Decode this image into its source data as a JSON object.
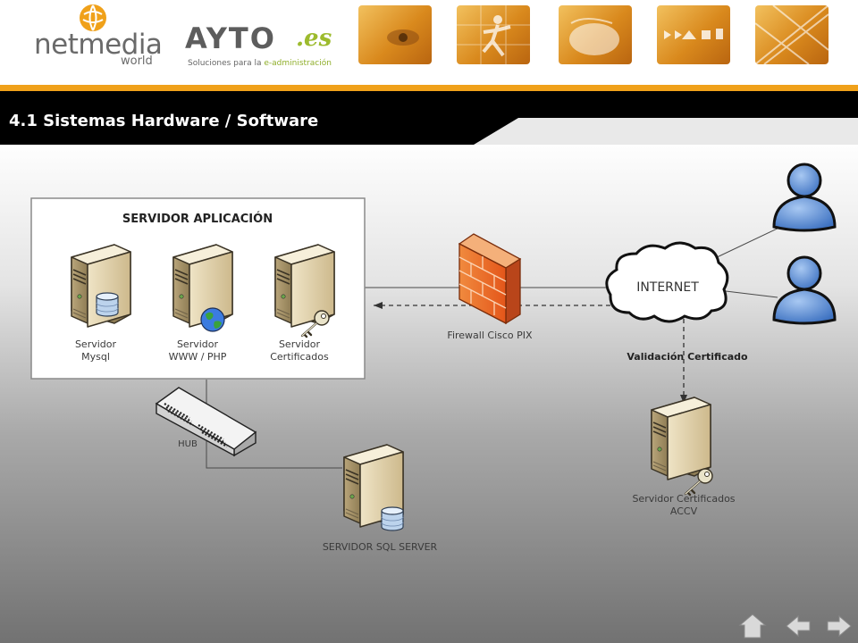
{
  "header": {
    "logo_left": {
      "name": "netmedia",
      "sub": "world"
    },
    "logo_right": {
      "name": "AYTO",
      "suffix": ".es",
      "tagline_start": "Soluciones para la ",
      "tagline_end": "e-administración"
    }
  },
  "title": "4.1 Sistemas Hardware / Software",
  "diagram": {
    "app_box_title": "SERVIDOR APLICACIÓN",
    "servers": [
      {
        "line1": "Servidor",
        "line2": "Mysql"
      },
      {
        "line1": "Servidor",
        "line2": "WWW / PHP"
      },
      {
        "line1": "Servidor",
        "line2": "Certificados"
      }
    ],
    "firewall": "Firewall Cisco PIX",
    "internet": "INTERNET",
    "validation": "Validación Certificado",
    "hub": "HUB",
    "sql_server": "SERVIDOR SQL SERVER",
    "accv": {
      "line1": "Servidor Certificados",
      "line2": "ACCV"
    }
  },
  "nav": {
    "home": "home-icon",
    "back": "arrow-left-icon",
    "forward": "arrow-right-icon"
  },
  "colors": {
    "accent": "#f0a11a",
    "title_band": "#000000",
    "user": "#5b8fd6"
  }
}
